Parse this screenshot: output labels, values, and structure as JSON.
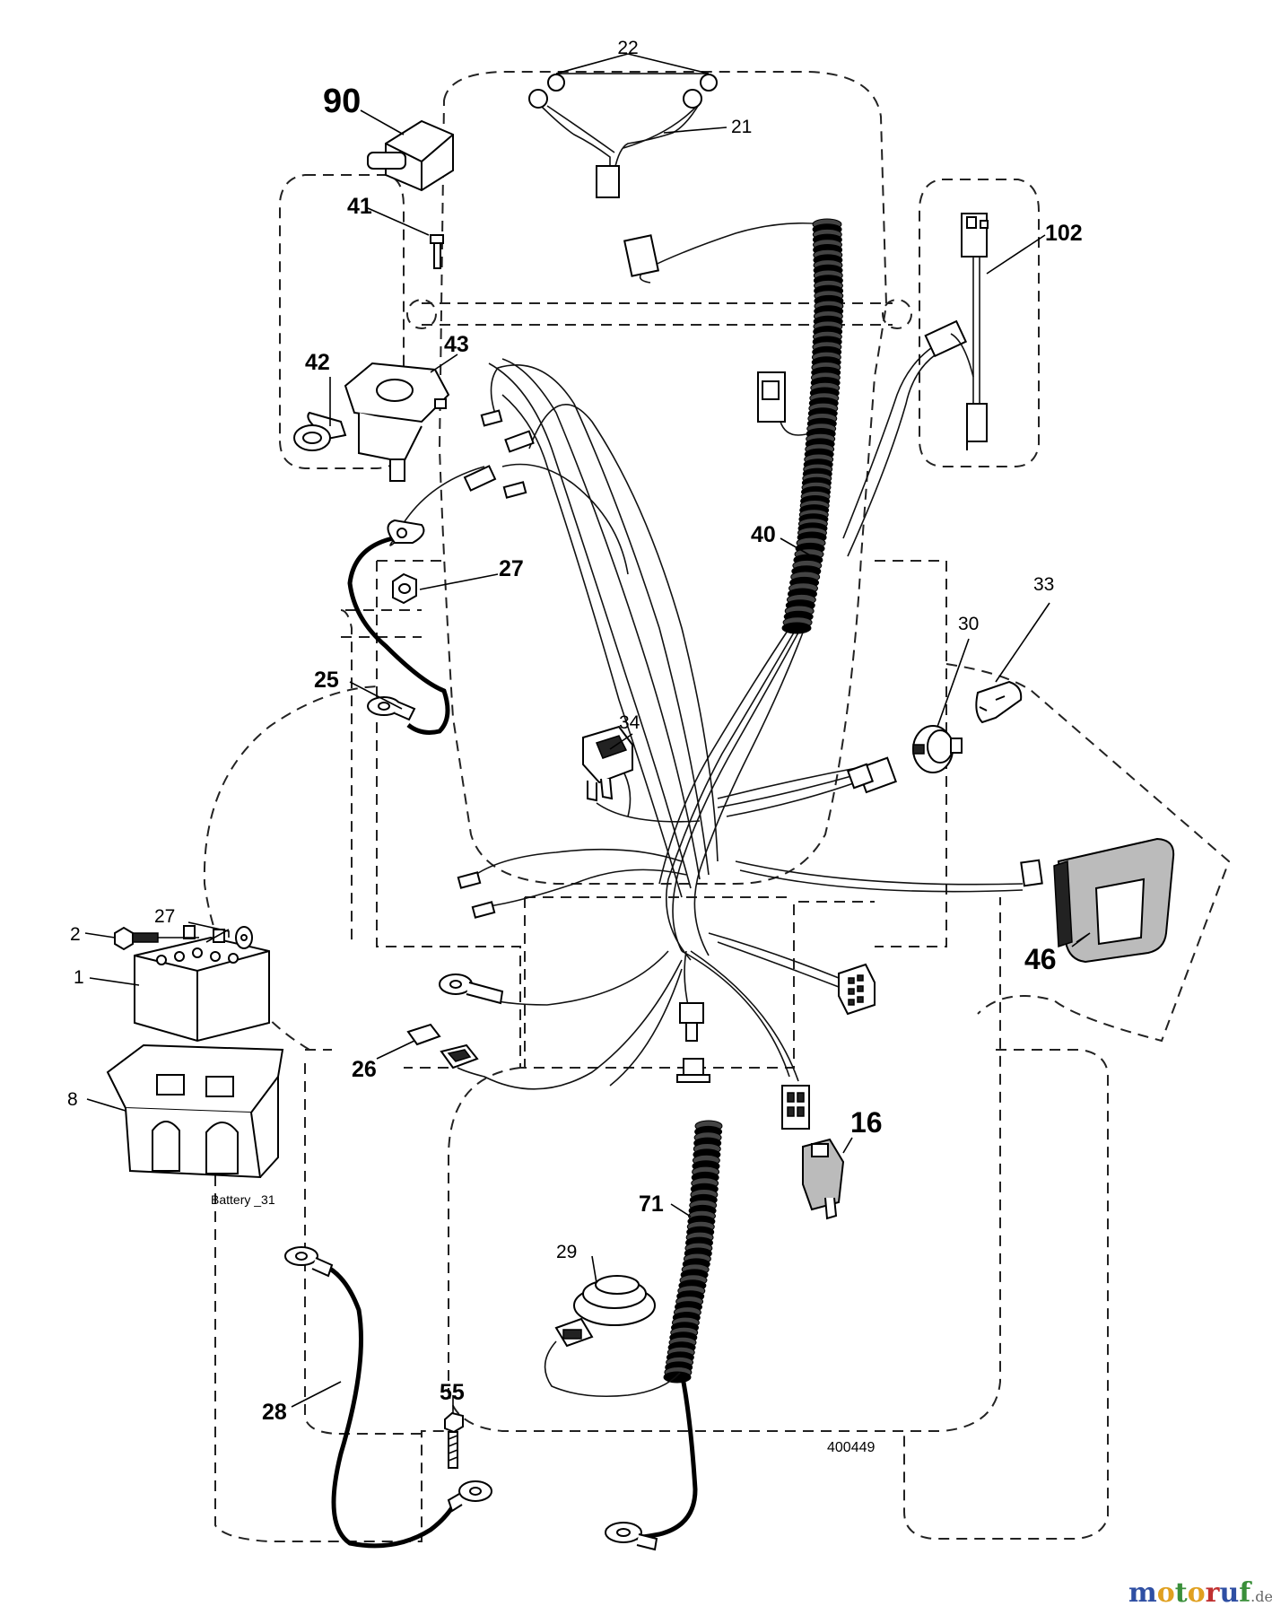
{
  "labels": {
    "p90": "90",
    "p22": "22",
    "p21": "21",
    "p41": "41",
    "p102": "102",
    "p43": "43",
    "p42": "42",
    "p40": "40",
    "p27a": "27",
    "p33": "33",
    "p30": "30",
    "p25": "25",
    "p34": "34",
    "p27b": "27",
    "p2": "2",
    "p1": "1",
    "p46": "46",
    "p8": "8",
    "p26": "26",
    "p16": "16",
    "p71": "71",
    "p29": "29",
    "p55": "55",
    "p28": "28"
  },
  "caption": "Battery _31",
  "figure_number": "400449",
  "brand": {
    "prefix": "motoruf",
    "suffix": ".de"
  },
  "colors": {
    "brand_m": "#2f4fa3",
    "brand_o": "#e0a020",
    "brand_t": "#3a8f3a",
    "brand_r": "#c03030"
  }
}
